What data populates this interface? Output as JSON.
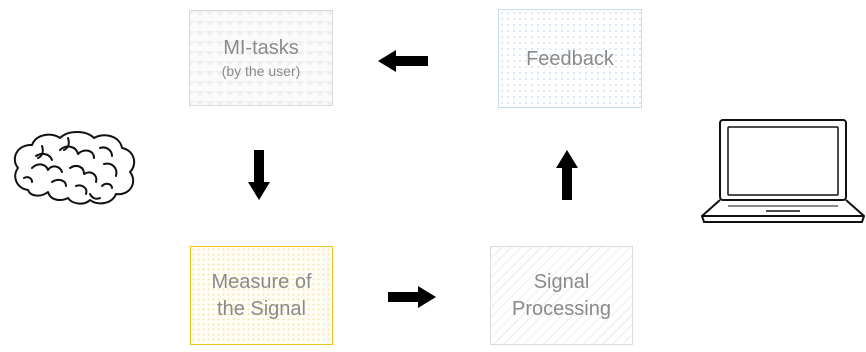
{
  "boxes": {
    "mi_tasks": {
      "title": "MI-tasks",
      "subtitle": "(by the user)"
    },
    "feedback": {
      "title": "Feedback"
    },
    "measure": {
      "line1": "Measure of",
      "line2": "the Signal"
    },
    "processing": {
      "line1": "Signal",
      "line2": "Processing"
    }
  },
  "icons": {
    "left": "brain-icon",
    "right": "laptop-icon"
  },
  "arrows": [
    "arrow-left",
    "arrow-down",
    "arrow-right",
    "arrow-up"
  ],
  "colors": {
    "text": "#8a8a8a",
    "arrow": "#000000",
    "mi_border": "#d9d9d9",
    "feedback_border": "#c7dcef",
    "measure_border": "#f0c419",
    "processing_border": "#dcdcdc"
  }
}
